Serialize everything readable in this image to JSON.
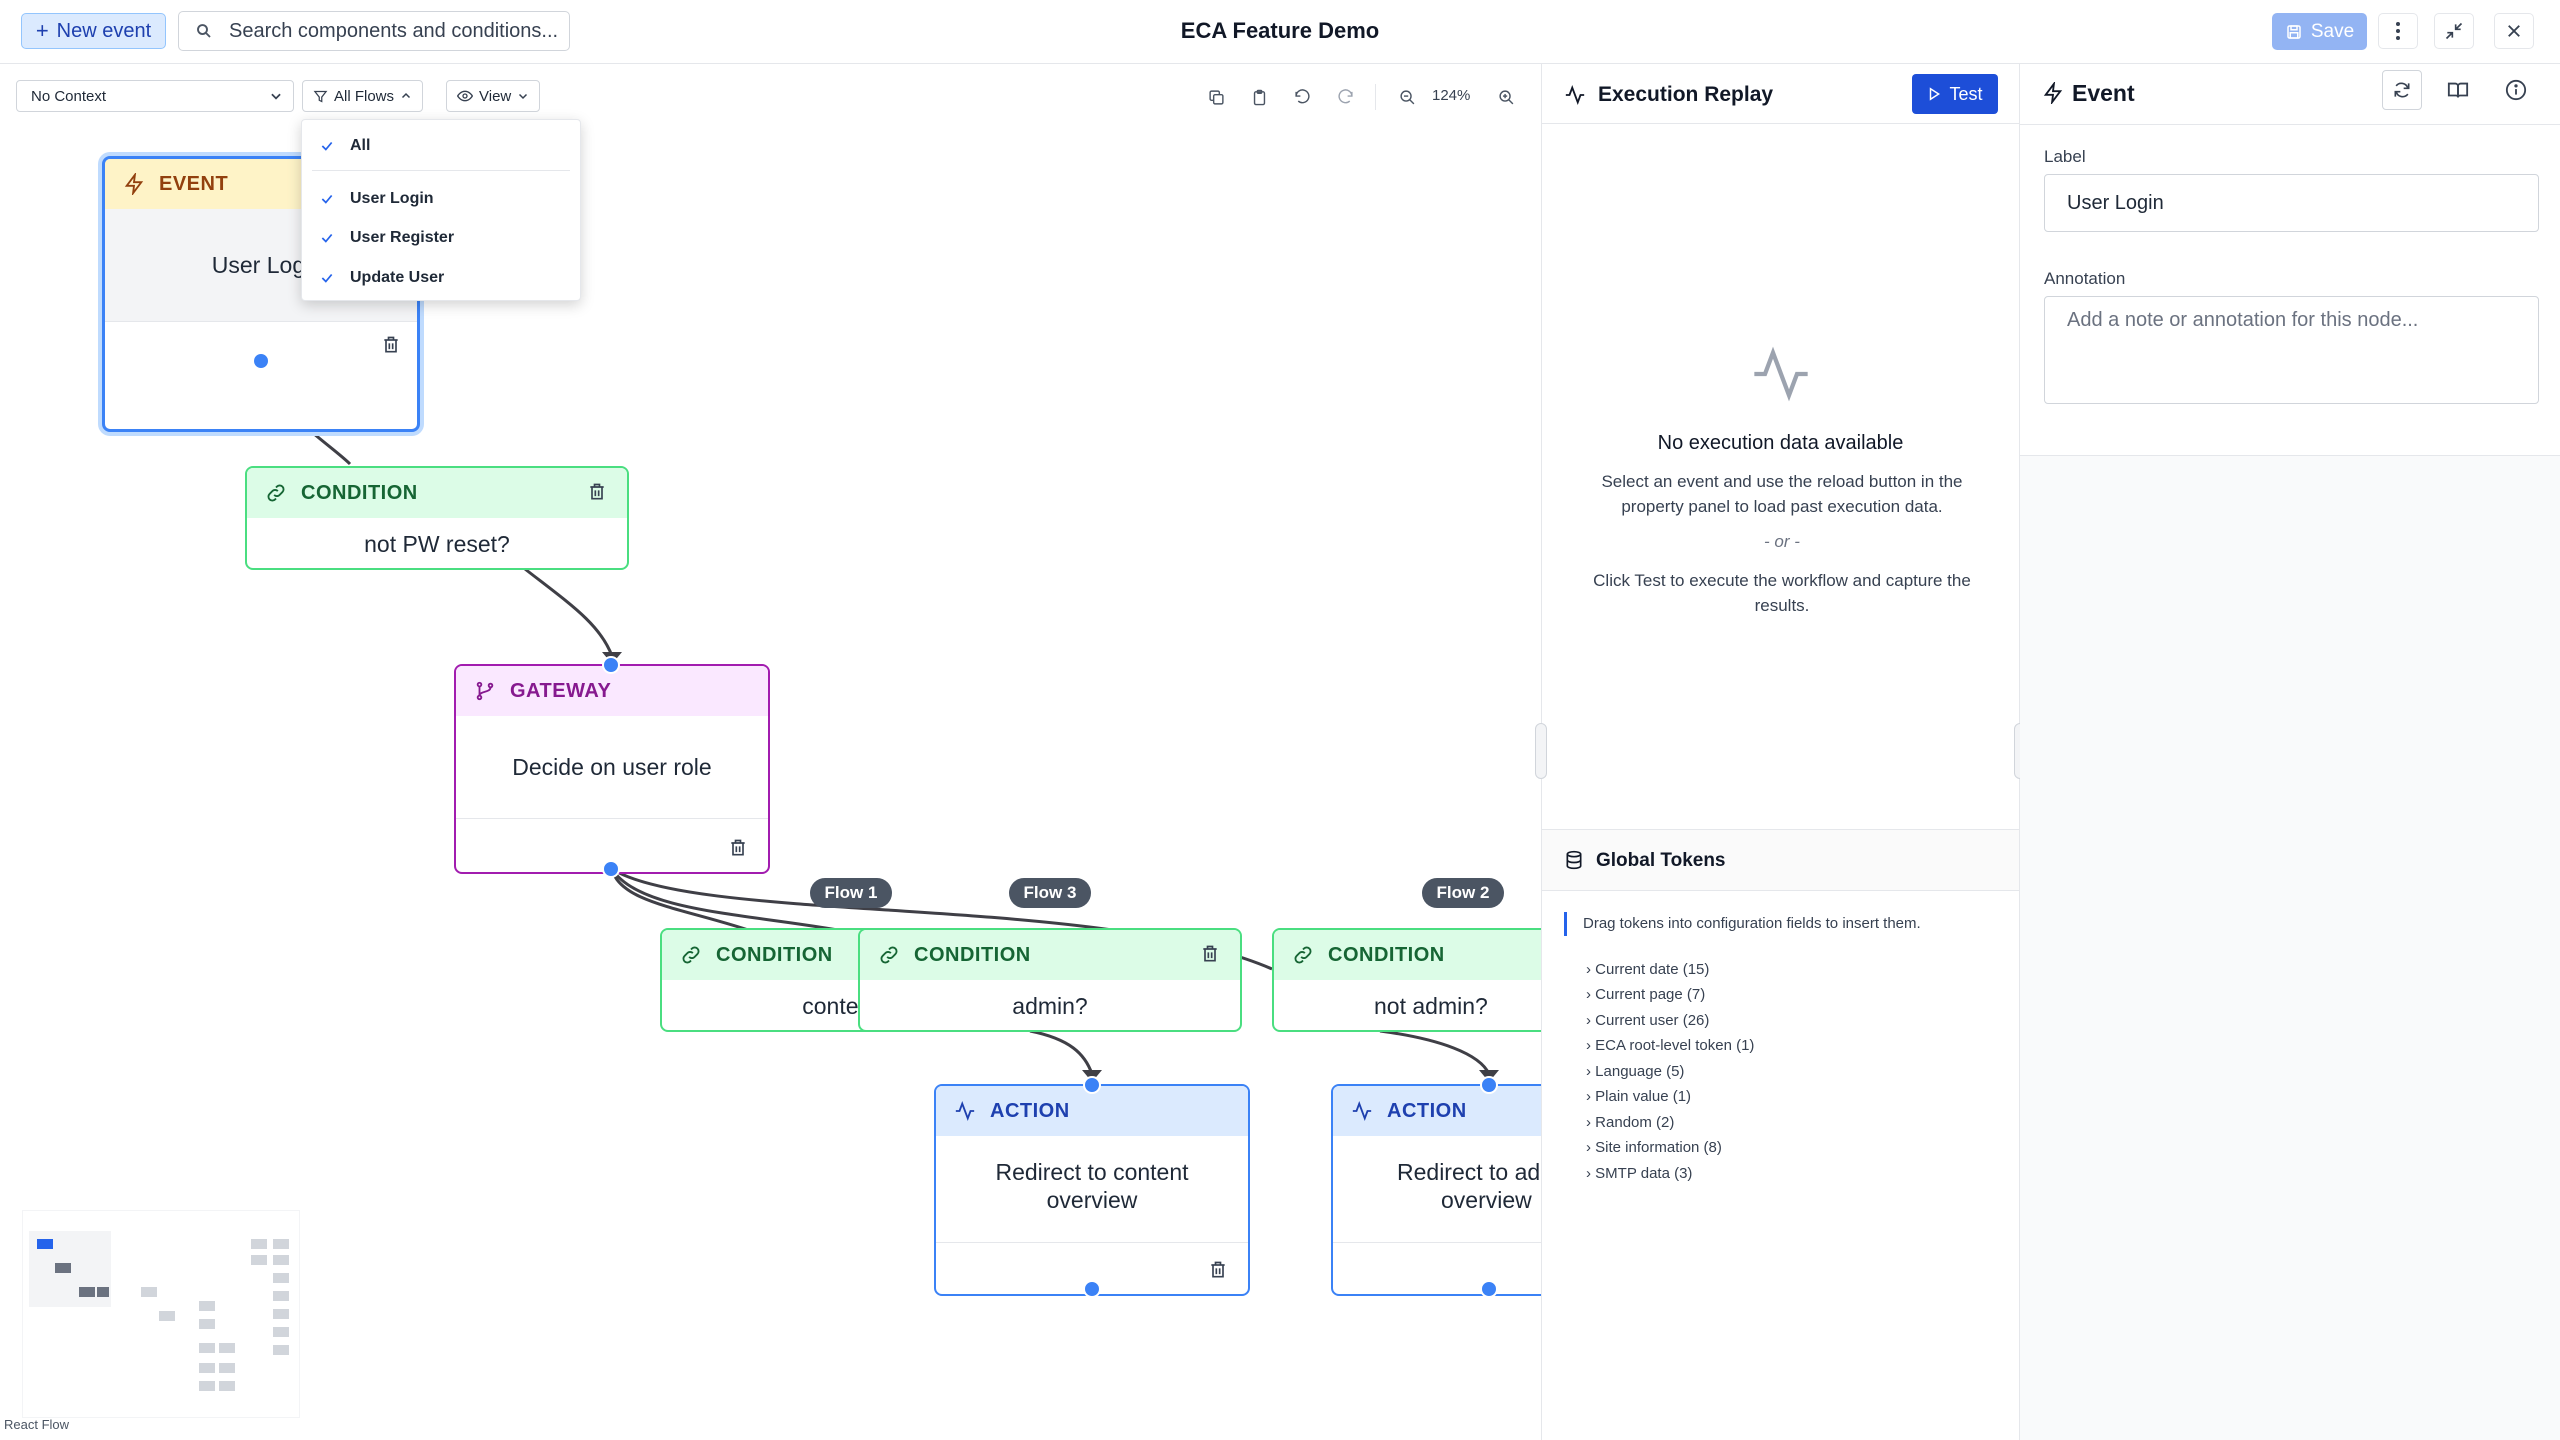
{
  "header": {
    "new_event_label": "New event",
    "search_placeholder": "Search components and conditions...",
    "title": "ECA Feature Demo",
    "save_label": "Save"
  },
  "toolbar": {
    "context_value": "No Context",
    "flows_label": "All Flows",
    "view_label": "View",
    "zoom": "124%"
  },
  "flows_menu": {
    "items": [
      "All",
      "User Login",
      "User Register",
      "Update User"
    ]
  },
  "nodes": {
    "event": {
      "type": "EVENT",
      "label": "User Logi"
    },
    "condition_pw": {
      "type": "CONDITION",
      "label": "not PW reset?"
    },
    "gateway": {
      "type": "GATEWAY",
      "label": "Decide on user role"
    },
    "condition_content": {
      "type": "CONDITION",
      "label": "content"
    },
    "condition_admin": {
      "type": "CONDITION",
      "label": "admin?"
    },
    "condition_not_admin": {
      "type": "CONDITION",
      "label": "not admin?"
    },
    "action_content": {
      "type": "ACTION",
      "label_line1": "Redirect to content",
      "label_line2": "overview"
    },
    "action_admin": {
      "type": "ACTION",
      "label_line1": "Redirect to ad",
      "label_line2": "overview"
    }
  },
  "flow_badges": [
    "Flow 1",
    "Flow 3",
    "Flow 2"
  ],
  "attribution": "React Flow",
  "replay": {
    "title": "Execution Replay",
    "test_label": "Test",
    "empty_title": "No execution data available",
    "empty_text1": "Select an event and use the reload button in the property panel to load past execution data.",
    "empty_or": "- or -",
    "empty_text2": "Click Test to execute the workflow and capture the results."
  },
  "tokens": {
    "title": "Global Tokens",
    "hint": "Drag tokens into configuration fields to insert them.",
    "items": [
      "Current date (15)",
      "Current page (7)",
      "Current user (26)",
      "ECA root-level token (1)",
      "Language (5)",
      "Plain value (1)",
      "Random (2)",
      "Site information (8)",
      "SMTP data (3)"
    ]
  },
  "props": {
    "title": "Event",
    "label_label": "Label",
    "label_value": "User Login",
    "annotation_label": "Annotation",
    "annotation_placeholder": "Add a note or annotation for this node..."
  },
  "colors": {
    "event": "#f59e0b",
    "condition": "#22c55e",
    "gateway": "#a21caf",
    "action": "#3b82f6",
    "accent": "#1d4ed8"
  }
}
